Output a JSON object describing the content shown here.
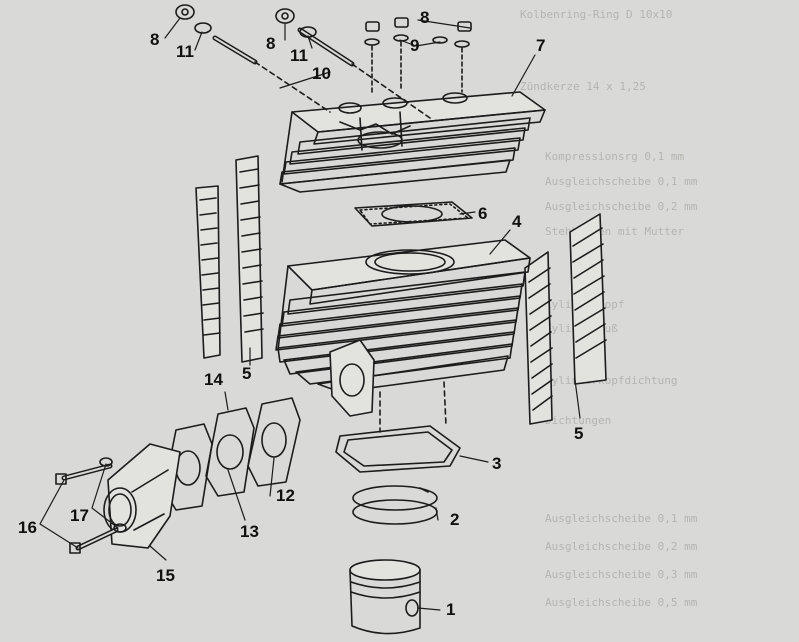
{
  "colors": {
    "paper": "#d9d9d7",
    "ink": "#1c1c1c",
    "ghost": "#b4b4b0"
  },
  "background_text": {
    "right_column": [
      {
        "line": "Kolbenring-Ring D 10x10",
        "tone": "ghost"
      },
      {
        "line": "Zündkerze 14 x 1,25",
        "tone": "ghost"
      },
      {
        "line": "Kompressionsrg 0,1 mm",
        "tone": "ghost"
      },
      {
        "line": "Ausgleichscheibe 0,1 mm",
        "tone": "ghost"
      },
      {
        "line": "Ausgleichscheibe 0,2 mm",
        "tone": "ghost"
      },
      {
        "line": "Stehbolzen mit Mutter",
        "tone": "ghost"
      },
      {
        "line": "Zylinderkopf",
        "tone": "ghost"
      },
      {
        "line": "Zylinderfuß",
        "tone": "ghost"
      },
      {
        "line": "Zylinderkopfdichtung",
        "tone": "ghost"
      },
      {
        "line": "Dichtungen",
        "tone": "ghost"
      },
      {
        "line": "Ausgleichscheibe 0,1 mm",
        "tone": "ghost"
      },
      {
        "line": "Ausgleichscheibe 0,2 mm",
        "tone": "ghost"
      },
      {
        "line": "Ausgleichscheibe 0,3 mm",
        "tone": "ghost"
      },
      {
        "line": "Ausgleichscheibe 0,5 mm",
        "tone": "ghost"
      }
    ]
  },
  "callouts": {
    "c1": "1",
    "c2": "2",
    "c3": "3",
    "c4": "4",
    "c5a": "5",
    "c5b": "5",
    "c6": "6",
    "c7": "7",
    "c8a": "8",
    "c8b": "8",
    "c8c": "8",
    "c9": "9",
    "c10": "10",
    "c11a": "11",
    "c11b": "11",
    "c12": "12",
    "c13": "13",
    "c14": "14",
    "c15": "15",
    "c16": "16",
    "c17": "17"
  }
}
